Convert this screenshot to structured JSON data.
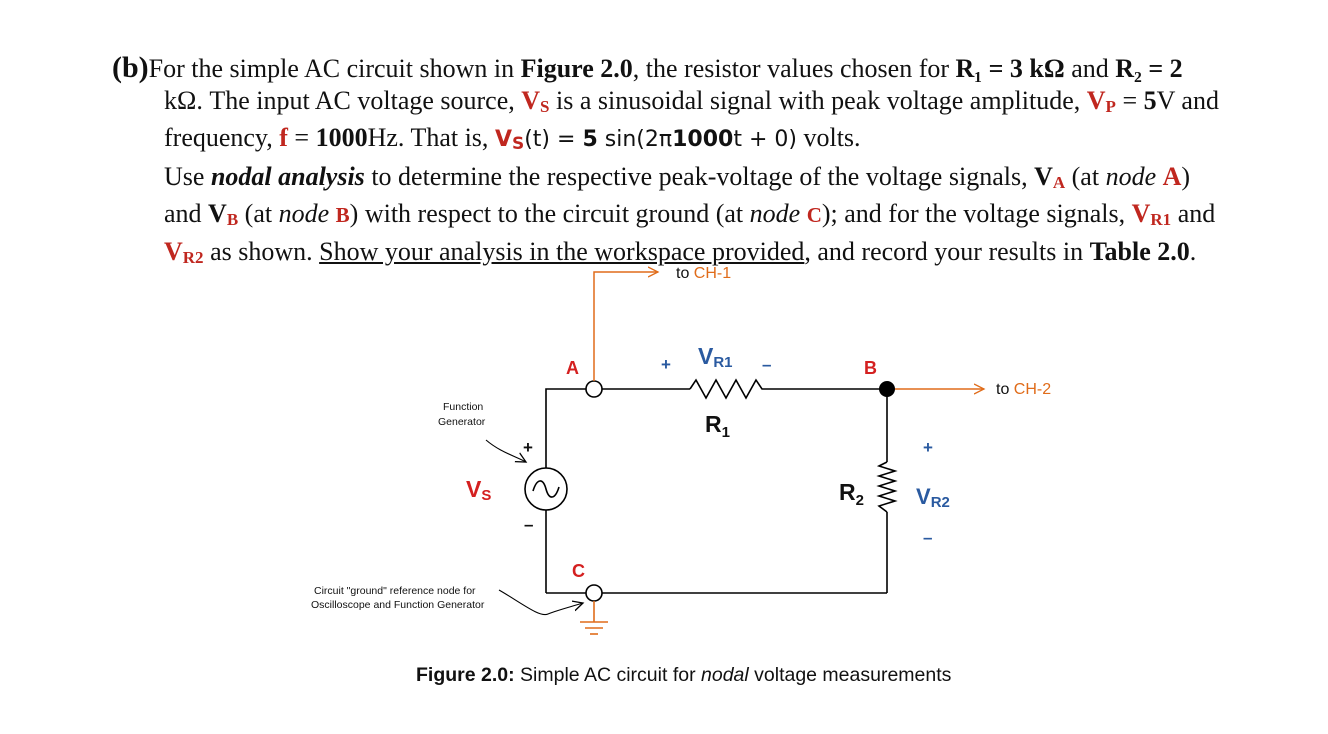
{
  "problem": {
    "label": "(b)",
    "l1_a": "For the simple AC circuit shown in ",
    "l1_fig": "Figure 2.0",
    "l1_b": ", the resistor values chosen for ",
    "l1_r1": "R₁ = 3 kΩ",
    "l1_c": " and ",
    "l1_r2": "R₂ = 2",
    "l2_a": "kΩ. The input AC voltage source, ",
    "l2_vs": "V",
    "l2_vs_sub": "S",
    "l2_b": " is a sinusoidal signal with peak voltage amplitude, ",
    "l2_vp": "V",
    "l2_vp_sub": "P",
    "l2_c": " = ",
    "l2_vp_val": "5",
    "l2_d": "V and",
    "l3_a": "frequency, ",
    "l3_f": "f",
    "l3_b": " = ",
    "l3_fval": "1000",
    "l3_c": "Hz.  That is,  ",
    "l3_eq_v": "V",
    "l3_eq_sub": "S",
    "l3_eq_rest": "(t) = ",
    "l3_eq_bold": "5",
    "l3_eq_mid": " sin(2π",
    "l3_eq_bold2": "1000",
    "l3_eq_end": "t + 0)",
    "l3_d": " volts.",
    "l4_a": "Use ",
    "l4_nodal": "nodal analysis",
    "l4_b": " to determine the respective peak-voltage of the voltage signals, ",
    "l4_va": "V",
    "l4_va_sub": "A",
    "l4_c": " (at ",
    "l4_node": "node",
    "l4_nodeA": "A",
    "l4_d": ")",
    "l5_a": "and ",
    "l5_vb": "V",
    "l5_vb_sub": "B",
    "l5_b": " (at ",
    "l5_node": "node",
    "l5_nodeB": "B",
    "l5_c": ") with respect to the circuit ground (at ",
    "l5_node2": "node",
    "l5_nodeC": "C",
    "l5_d": "); and for the voltage signals, ",
    "l5_vr1": "V",
    "l5_vr1_sub": "R1",
    "l5_e": " and",
    "l6_vr2": "V",
    "l6_vr2_sub": "R2",
    "l6_a": " as shown.  ",
    "l6_show": "Show your analysis in the workspace provided",
    "l6_b": ", and record your results in ",
    "l6_table": "Table 2.0",
    "l6_c": "."
  },
  "diagram": {
    "to_ch1": "to ",
    "ch1": "CH-1",
    "to_ch2": "to ",
    "ch2": "CH-2",
    "node_a": "A",
    "node_b": "B",
    "node_c": "C",
    "vr1_v": "V",
    "vr1_sub": "R1",
    "vr1_plus": "+",
    "vr1_minus": "–",
    "r1_r": "R",
    "r1_sub": "1",
    "r2_r": "R",
    "r2_sub": "2",
    "vr2_v": "V",
    "vr2_sub": "R2",
    "vr2_plus": "+",
    "vr2_minus": "–",
    "vs_v": "V",
    "vs_sub": "S",
    "vs_plus": "+",
    "vs_minus": "–",
    "fg_line1": "Function",
    "fg_line2": "Generator",
    "gnd_line1": "Circuit \"ground\" reference node for",
    "gnd_line2": "Oscilloscope and Function Generator",
    "colors": {
      "wire": "#000000",
      "orange": "#e06c1a",
      "red": "#d42020",
      "blue": "#2a5aa0"
    }
  },
  "caption": {
    "label": "Figure 2.0:",
    "a": " Simple AC circuit for ",
    "italic": "nodal",
    "b": " voltage measurements"
  }
}
